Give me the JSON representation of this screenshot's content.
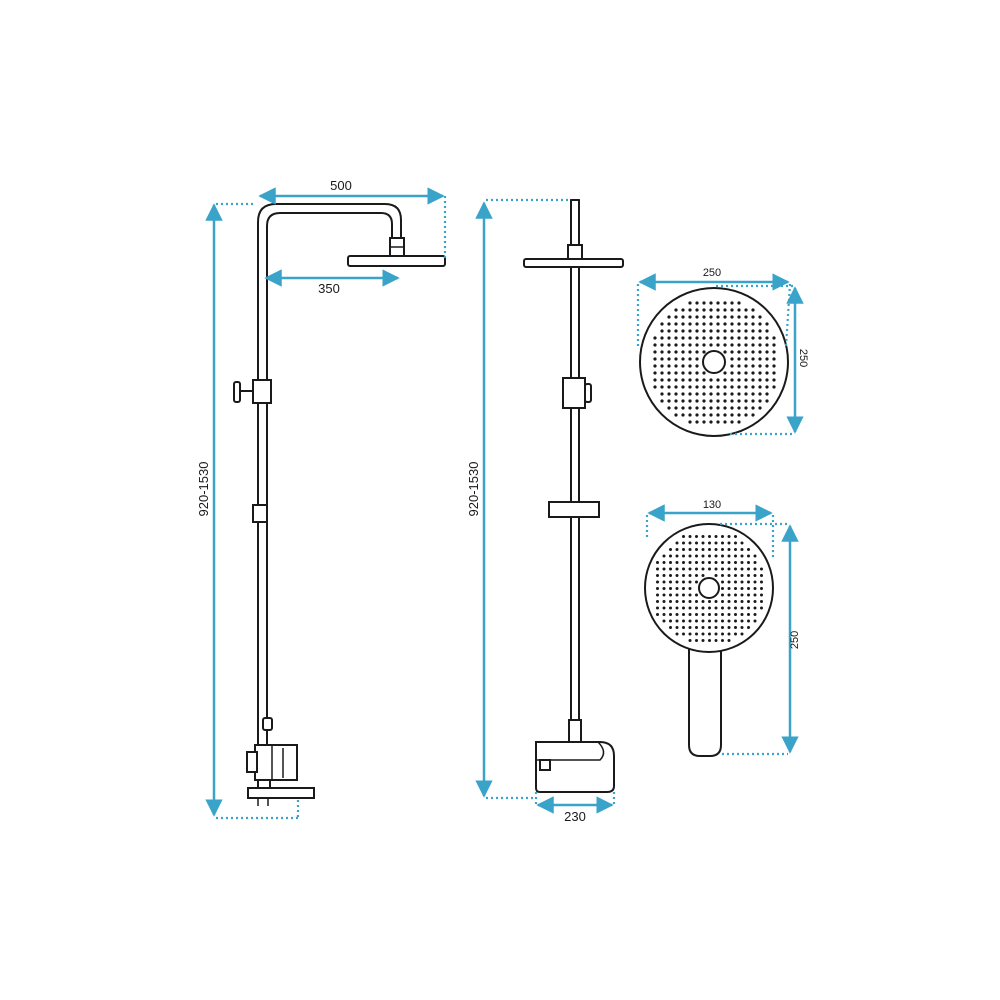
{
  "diagram": {
    "front_view": {
      "total_width_label": "500",
      "arm_reach_label": "350",
      "height_label": "920-1530"
    },
    "side_view": {
      "height_label": "920-1530",
      "spout_depth_label": "230"
    },
    "head_shower": {
      "width_label": "250",
      "height_label": "250"
    },
    "hand_shower": {
      "head_width_label": "130",
      "total_length_label": "250"
    },
    "colors": {
      "dimension": "#3aa3c9",
      "outline": "#1a1a1a"
    }
  }
}
